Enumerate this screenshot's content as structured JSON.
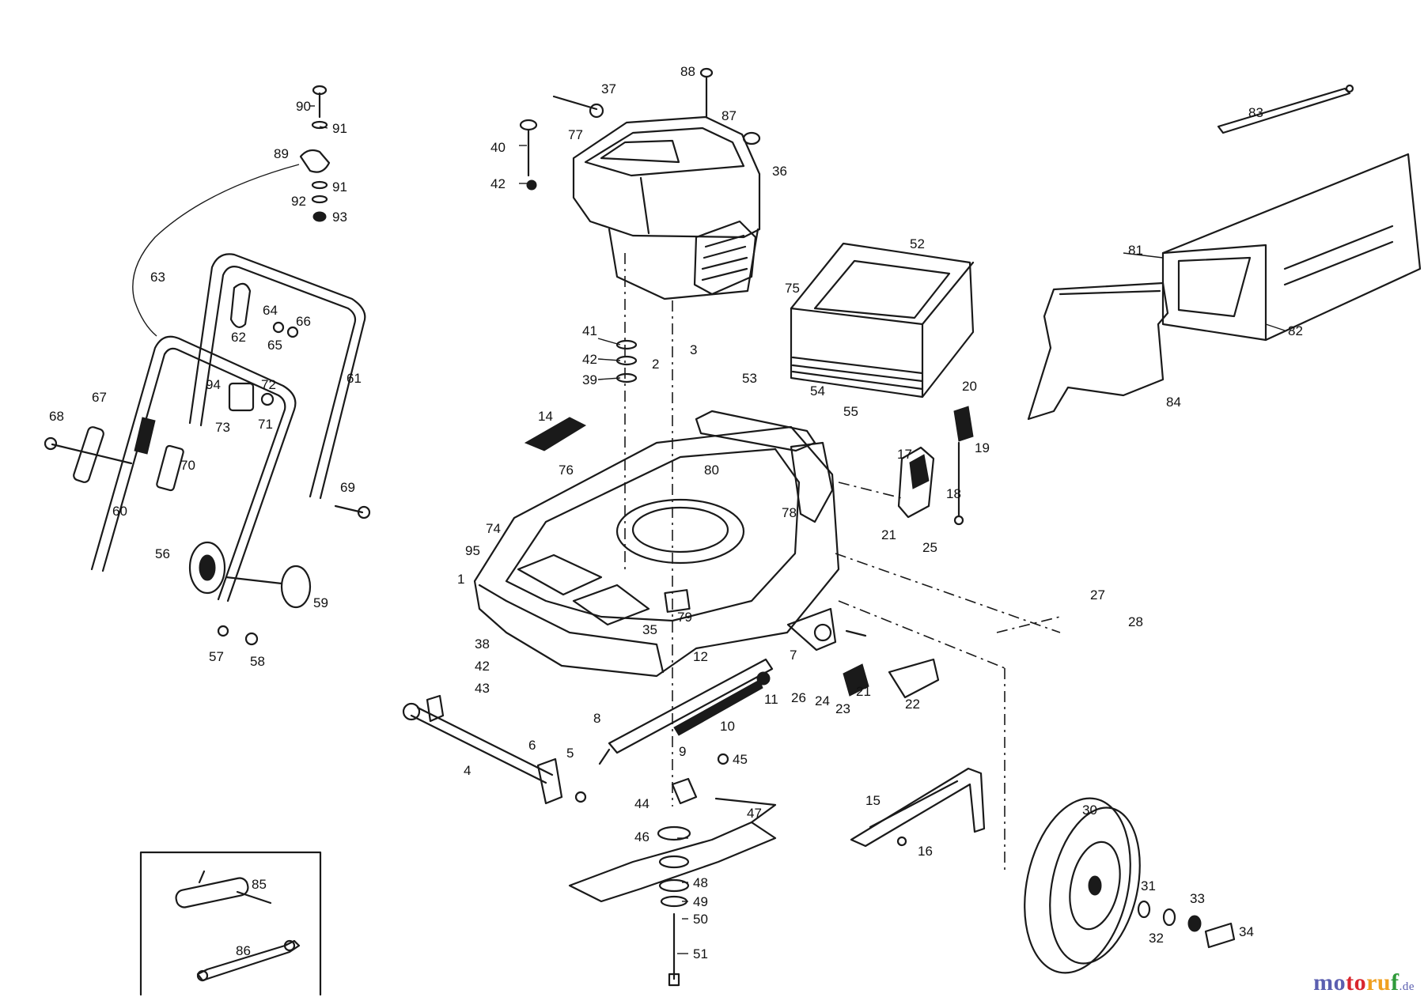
{
  "diagram": {
    "labels": [
      "90",
      "91",
      "89",
      "91",
      "92",
      "93",
      "88",
      "37",
      "87",
      "40",
      "77",
      "36",
      "42",
      "83",
      "52",
      "75",
      "81",
      "82",
      "63",
      "64",
      "66",
      "62",
      "65",
      "61",
      "41",
      "42",
      "39",
      "3",
      "53",
      "2",
      "94",
      "73",
      "72",
      "71",
      "54",
      "55",
      "20",
      "19",
      "84",
      "67",
      "68",
      "14",
      "17",
      "18",
      "76",
      "80",
      "70",
      "69",
      "60",
      "78",
      "74",
      "21",
      "25",
      "95",
      "1",
      "56",
      "59",
      "27",
      "28",
      "79",
      "38",
      "35",
      "42",
      "43",
      "7",
      "12",
      "57",
      "58",
      "26",
      "24",
      "23",
      "21",
      "22",
      "11",
      "8",
      "10",
      "9",
      "6",
      "5",
      "45",
      "4",
      "44",
      "47",
      "15",
      "30",
      "46",
      "16",
      "48",
      "49",
      "31",
      "33",
      "50",
      "32",
      "34",
      "85",
      "86",
      "51"
    ]
  },
  "watermark": {
    "parts": [
      "m",
      "o",
      "t",
      "o",
      "r",
      "u",
      "f"
    ],
    "suffix": ".de",
    "colors": [
      "#5b5fb0",
      "#5b5fb0",
      "#d9262e",
      "#d9262e",
      "#f0a020",
      "#f0a020",
      "#2f9a3a"
    ]
  }
}
